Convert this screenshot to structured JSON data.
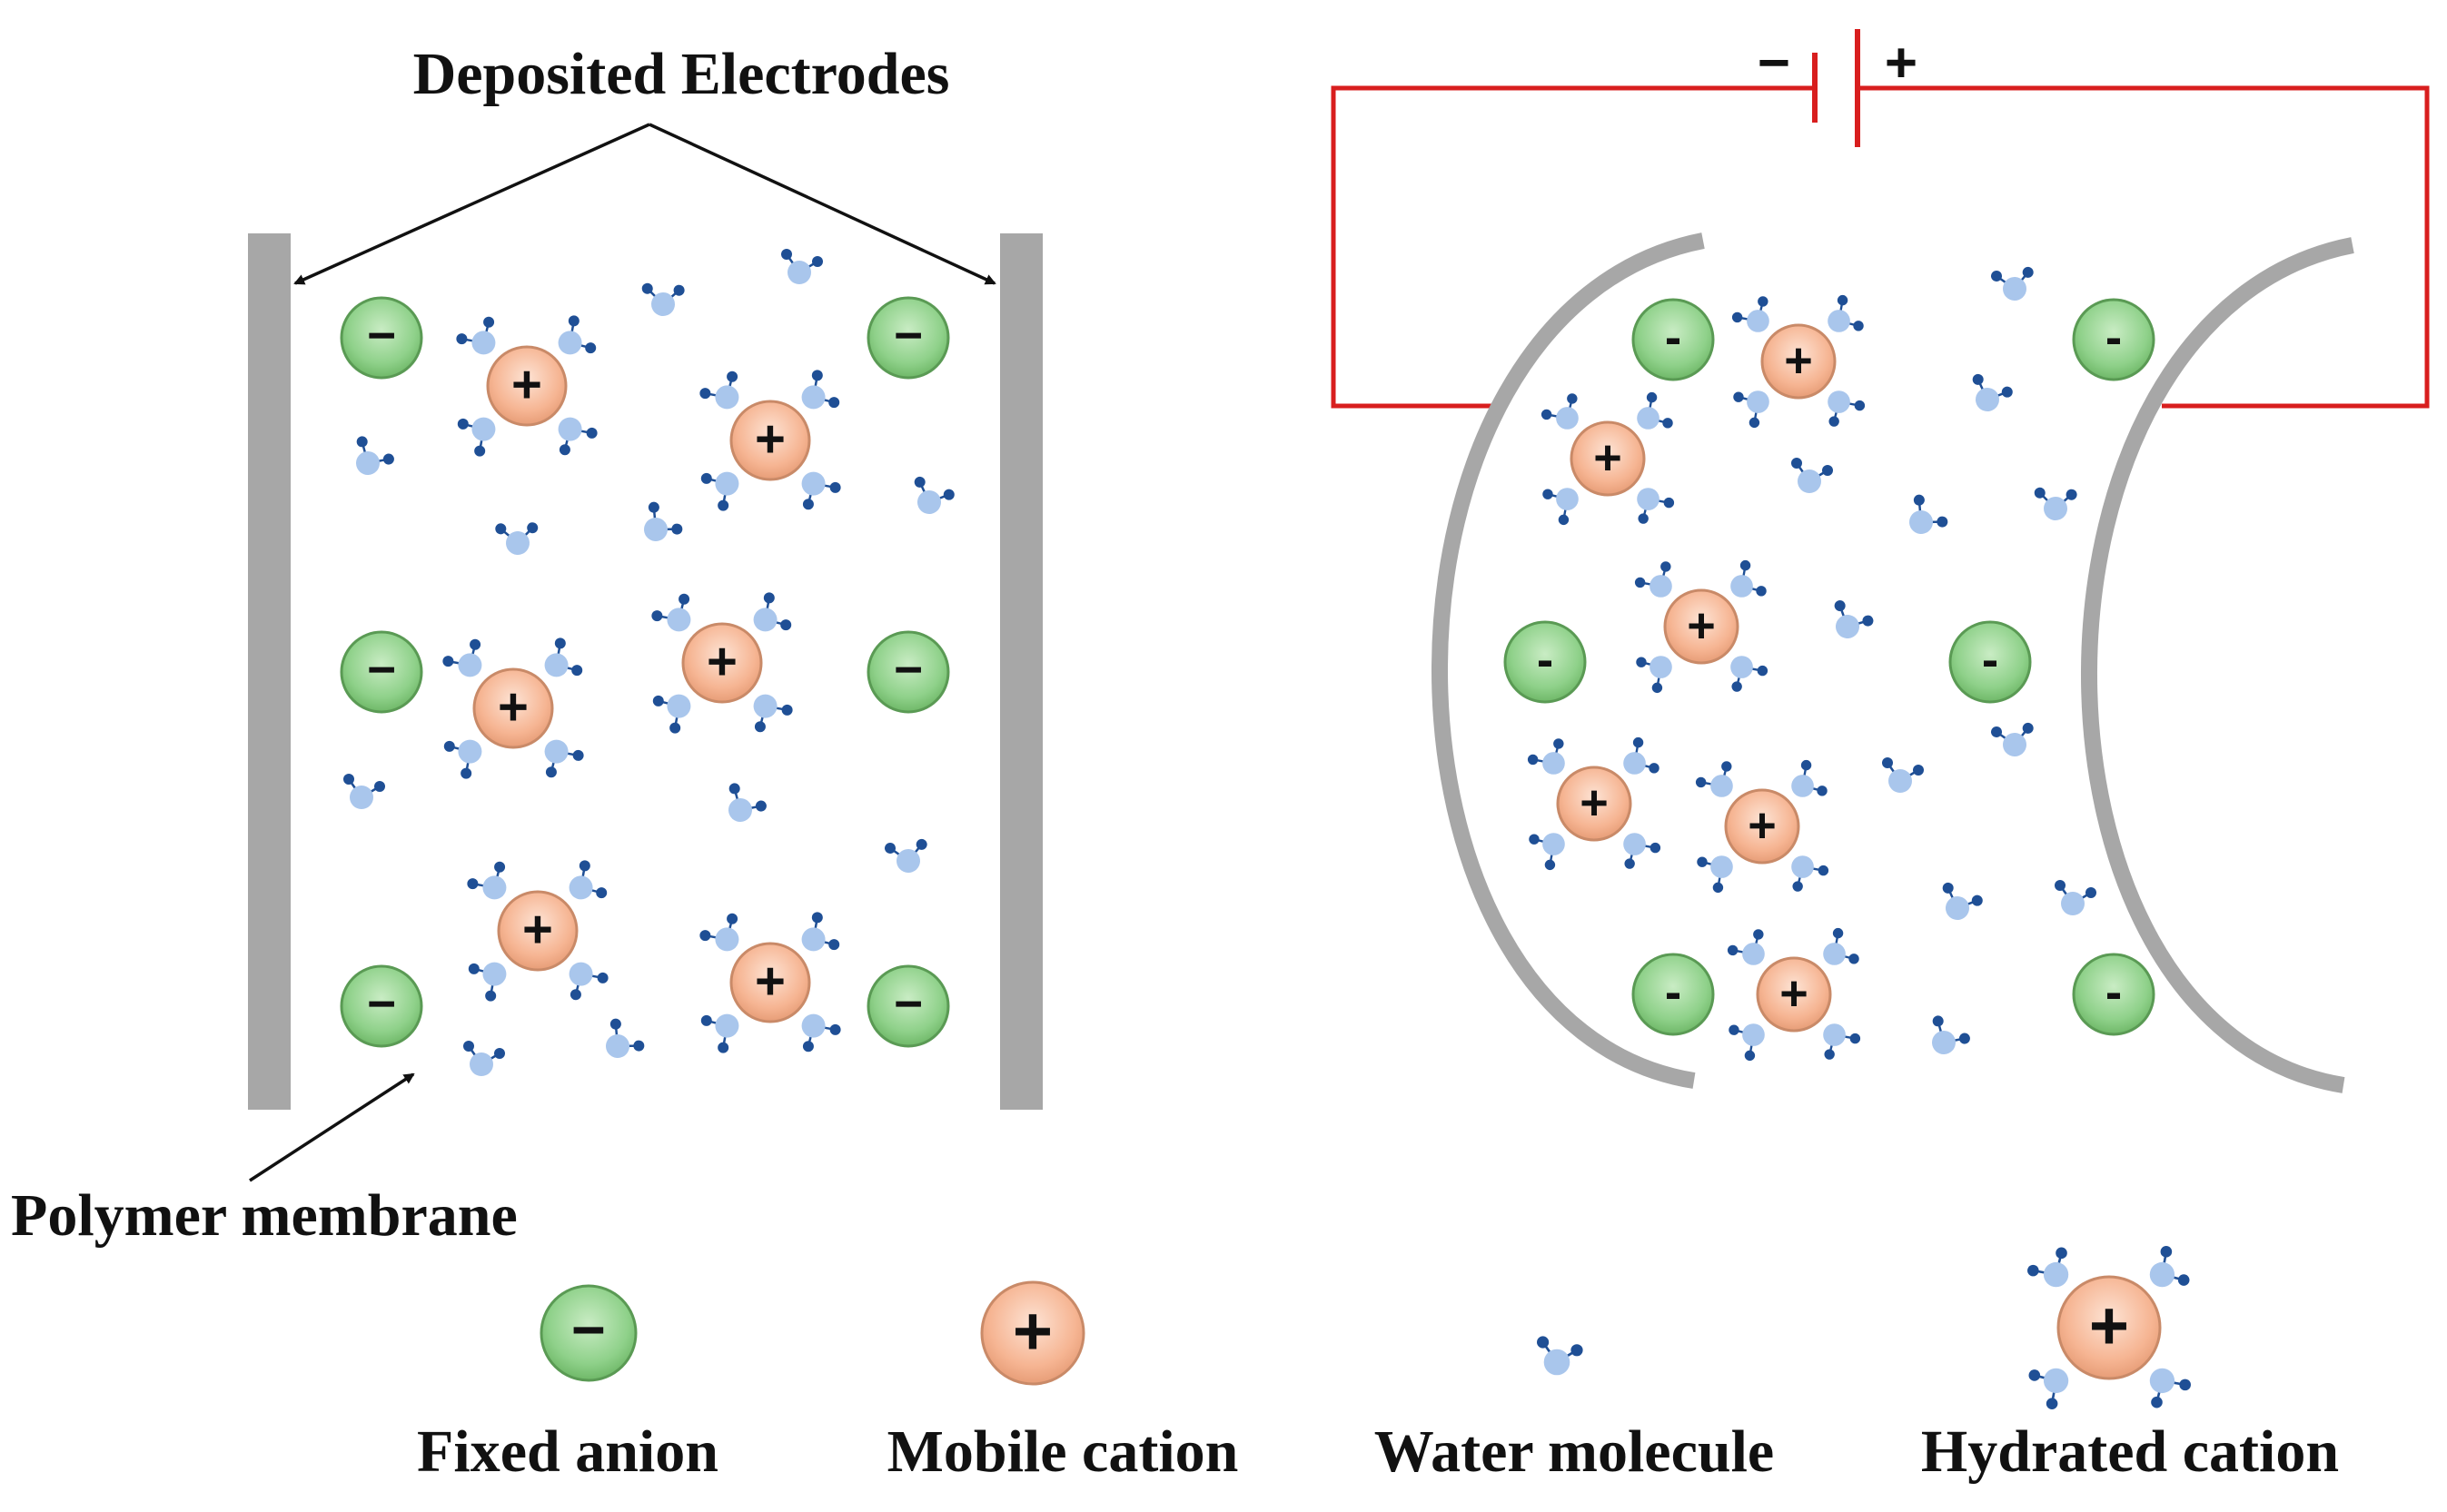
{
  "labels": {
    "deposited_electrodes": "Deposited Electrodes",
    "polymer_membrane": "Polymer membrane"
  },
  "battery": {
    "negative_symbol": "−",
    "positive_symbol": "+"
  },
  "ion_symbols": {
    "anion": "−",
    "anion_bent": "-",
    "cation": "+"
  },
  "legend": {
    "fixed_anion": "Fixed anion",
    "mobile_cation": "Mobile cation",
    "water_molecule": "Water molecule",
    "hydrated_cation": "Hydrated cation"
  },
  "colors": {
    "electrode": "#a7a7a7",
    "wire": "#d81e1e",
    "anion_fill": "#8fd18a",
    "anion_stroke": "#5a9a54",
    "cation_fill": "#f6b593",
    "cation_stroke": "#c98a68",
    "water_light": "#a9c6ec",
    "water_dark": "#1f4f95",
    "text": "#111111"
  },
  "icons": {
    "anion": "fixed-anion-icon",
    "cation": "mobile-cation-icon",
    "water": "water-molecule-icon",
    "hydrated": "hydrated-cation-icon"
  }
}
